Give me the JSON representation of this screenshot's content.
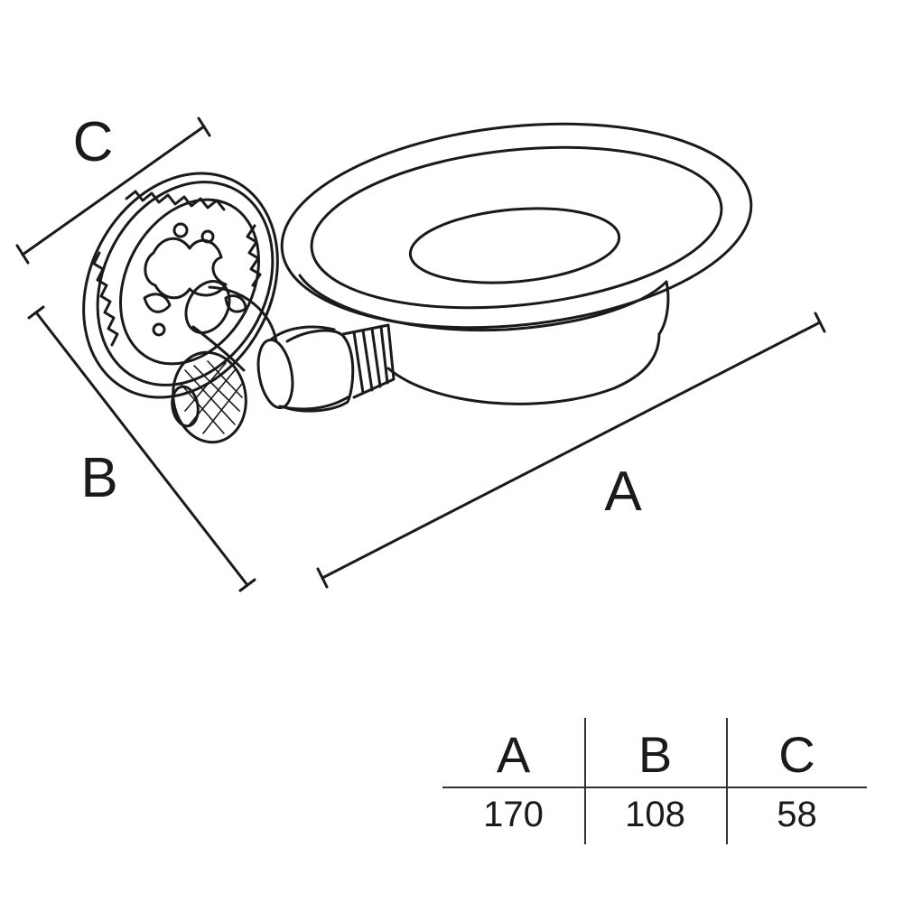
{
  "dimensions": {
    "labels": {
      "a": "A",
      "b": "B",
      "c": "C"
    }
  },
  "table": {
    "headers": [
      "A",
      "B",
      "C"
    ],
    "values": [
      "170",
      "108",
      "58"
    ]
  },
  "colors": {
    "ink": "#1a1a1a",
    "paper": "#ffffff"
  }
}
